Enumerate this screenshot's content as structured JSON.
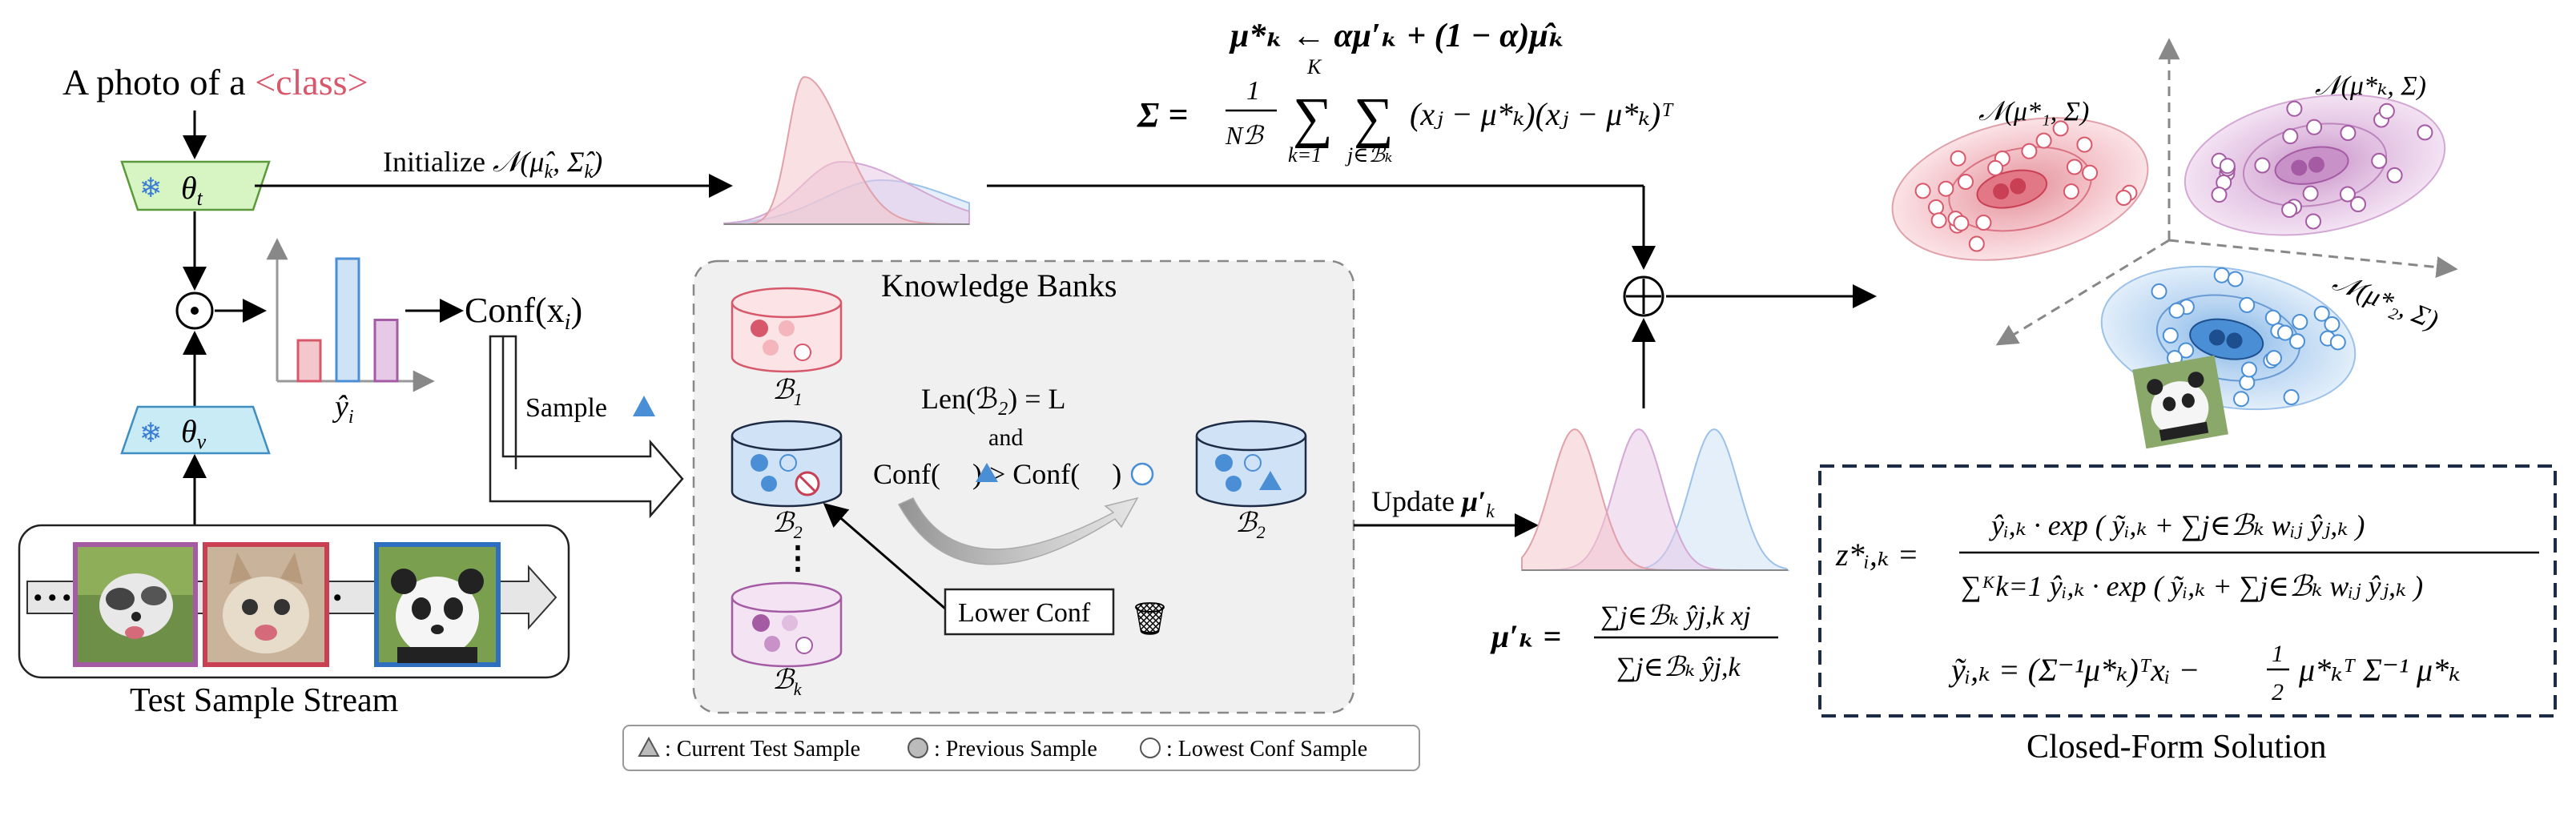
{
  "prompt": {
    "prefix": "A photo of a ",
    "cls": "<class>"
  },
  "encoders": {
    "text": {
      "symbol": "θ",
      "sub": "t"
    },
    "visual": {
      "symbol": "θ",
      "sub": "v"
    },
    "snowflake": "❄"
  },
  "elementwise_product": "⊙",
  "histogram": {
    "label": "ŷ",
    "sub": "i",
    "values": [
      0.3,
      0.9,
      0.45
    ]
  },
  "conf_label": "Conf(x",
  "conf_sub": "i",
  "conf_close": ")",
  "sample_label": "Sample",
  "initialize": {
    "text": "Initialize ",
    "dist": "𝒩(μ̂",
    "k1": "k",
    "comma": ", Σ̂",
    "k2": "k",
    "close": ")"
  },
  "knowledge_banks": {
    "title": "Knowledge Banks",
    "b1": "ℬ",
    "b1_sub": "1",
    "b2": "ℬ",
    "b2_sub": "2",
    "bk": "ℬ",
    "bk_sub": "k",
    "dots": "⋮",
    "len_rule": "Len(ℬ",
    "len_rule_sub": "2",
    "len_rule_rest": ") = L",
    "and": "and",
    "conf_rule_left": "Conf(",
    "conf_rule_mid": ") > Conf(",
    "conf_rule_right": ")",
    "lower_conf": "Lower Conf",
    "trash_icon": "🗑"
  },
  "legend": {
    "current": ": Current Test Sample",
    "previous": ": Previous Sample",
    "lowest": ": Lowest Conf Sample"
  },
  "stream": {
    "label": "Test Sample Stream"
  },
  "update": {
    "text": "Update ",
    "mu": "μ′",
    "k": "k"
  },
  "oplus": "⊕",
  "formulas": {
    "mu_update": "μ*ₖ ← αμ′ₖ + (1 − α)μ̂ₖ",
    "sigma_lhs": "Σ =",
    "sigma_frac_num": "1",
    "sigma_frac_den": "Nℬ",
    "sigma_sum1_top": "K",
    "sigma_sum1_bot": "k=1",
    "sigma_sum2_bot": "j∈ℬₖ",
    "sigma_body": "(xⱼ − μ*ₖ)(xⱼ − μ*ₖ)ᵀ",
    "mu_prime_lhs": "μ′ₖ =",
    "mu_prime_num": "∑j∈ℬₖ ŷj,k xj",
    "mu_prime_den": "∑j∈ℬₖ ŷj,k",
    "z_lhs": "z*ᵢ,ₖ =",
    "z_num": "ŷᵢ,ₖ · exp ( ỹᵢ,ₖ + ∑j∈ℬₖ wᵢⱼ ŷⱼ,ₖ )",
    "z_den": "∑ᴷk=1 ŷᵢ,ₖ · exp ( ỹᵢ,ₖ + ∑j∈ℬₖ wᵢⱼ ŷⱼ,ₖ )",
    "ytilde_lhs": "ỹᵢ,ₖ = (Σ⁻¹μ*ₖ)ᵀxᵢ −",
    "ytilde_half_num": "1",
    "ytilde_half_den": "2",
    "ytilde_rest": "μ*ₖᵀ Σ⁻¹ μ*ₖ"
  },
  "closed_form": {
    "label": "Closed-Form Solution"
  },
  "clusters": {
    "c1": "𝒩(μ*₁, Σ)",
    "ck": "𝒩(μ*ₖ, Σ)",
    "c2": "𝒩(μ*₂, Σ)"
  },
  "colors": {
    "red": "#d8586b",
    "red_light": "#f4c7cc",
    "blue": "#4a8fd6",
    "blue_light": "#cfe2f6",
    "purple": "#a45ba4",
    "purple_light": "#e6c9e6",
    "green_light": "#d6f5c2",
    "text_blue_light": "#c9ebf5",
    "dark_navy": "#1d2b45"
  }
}
